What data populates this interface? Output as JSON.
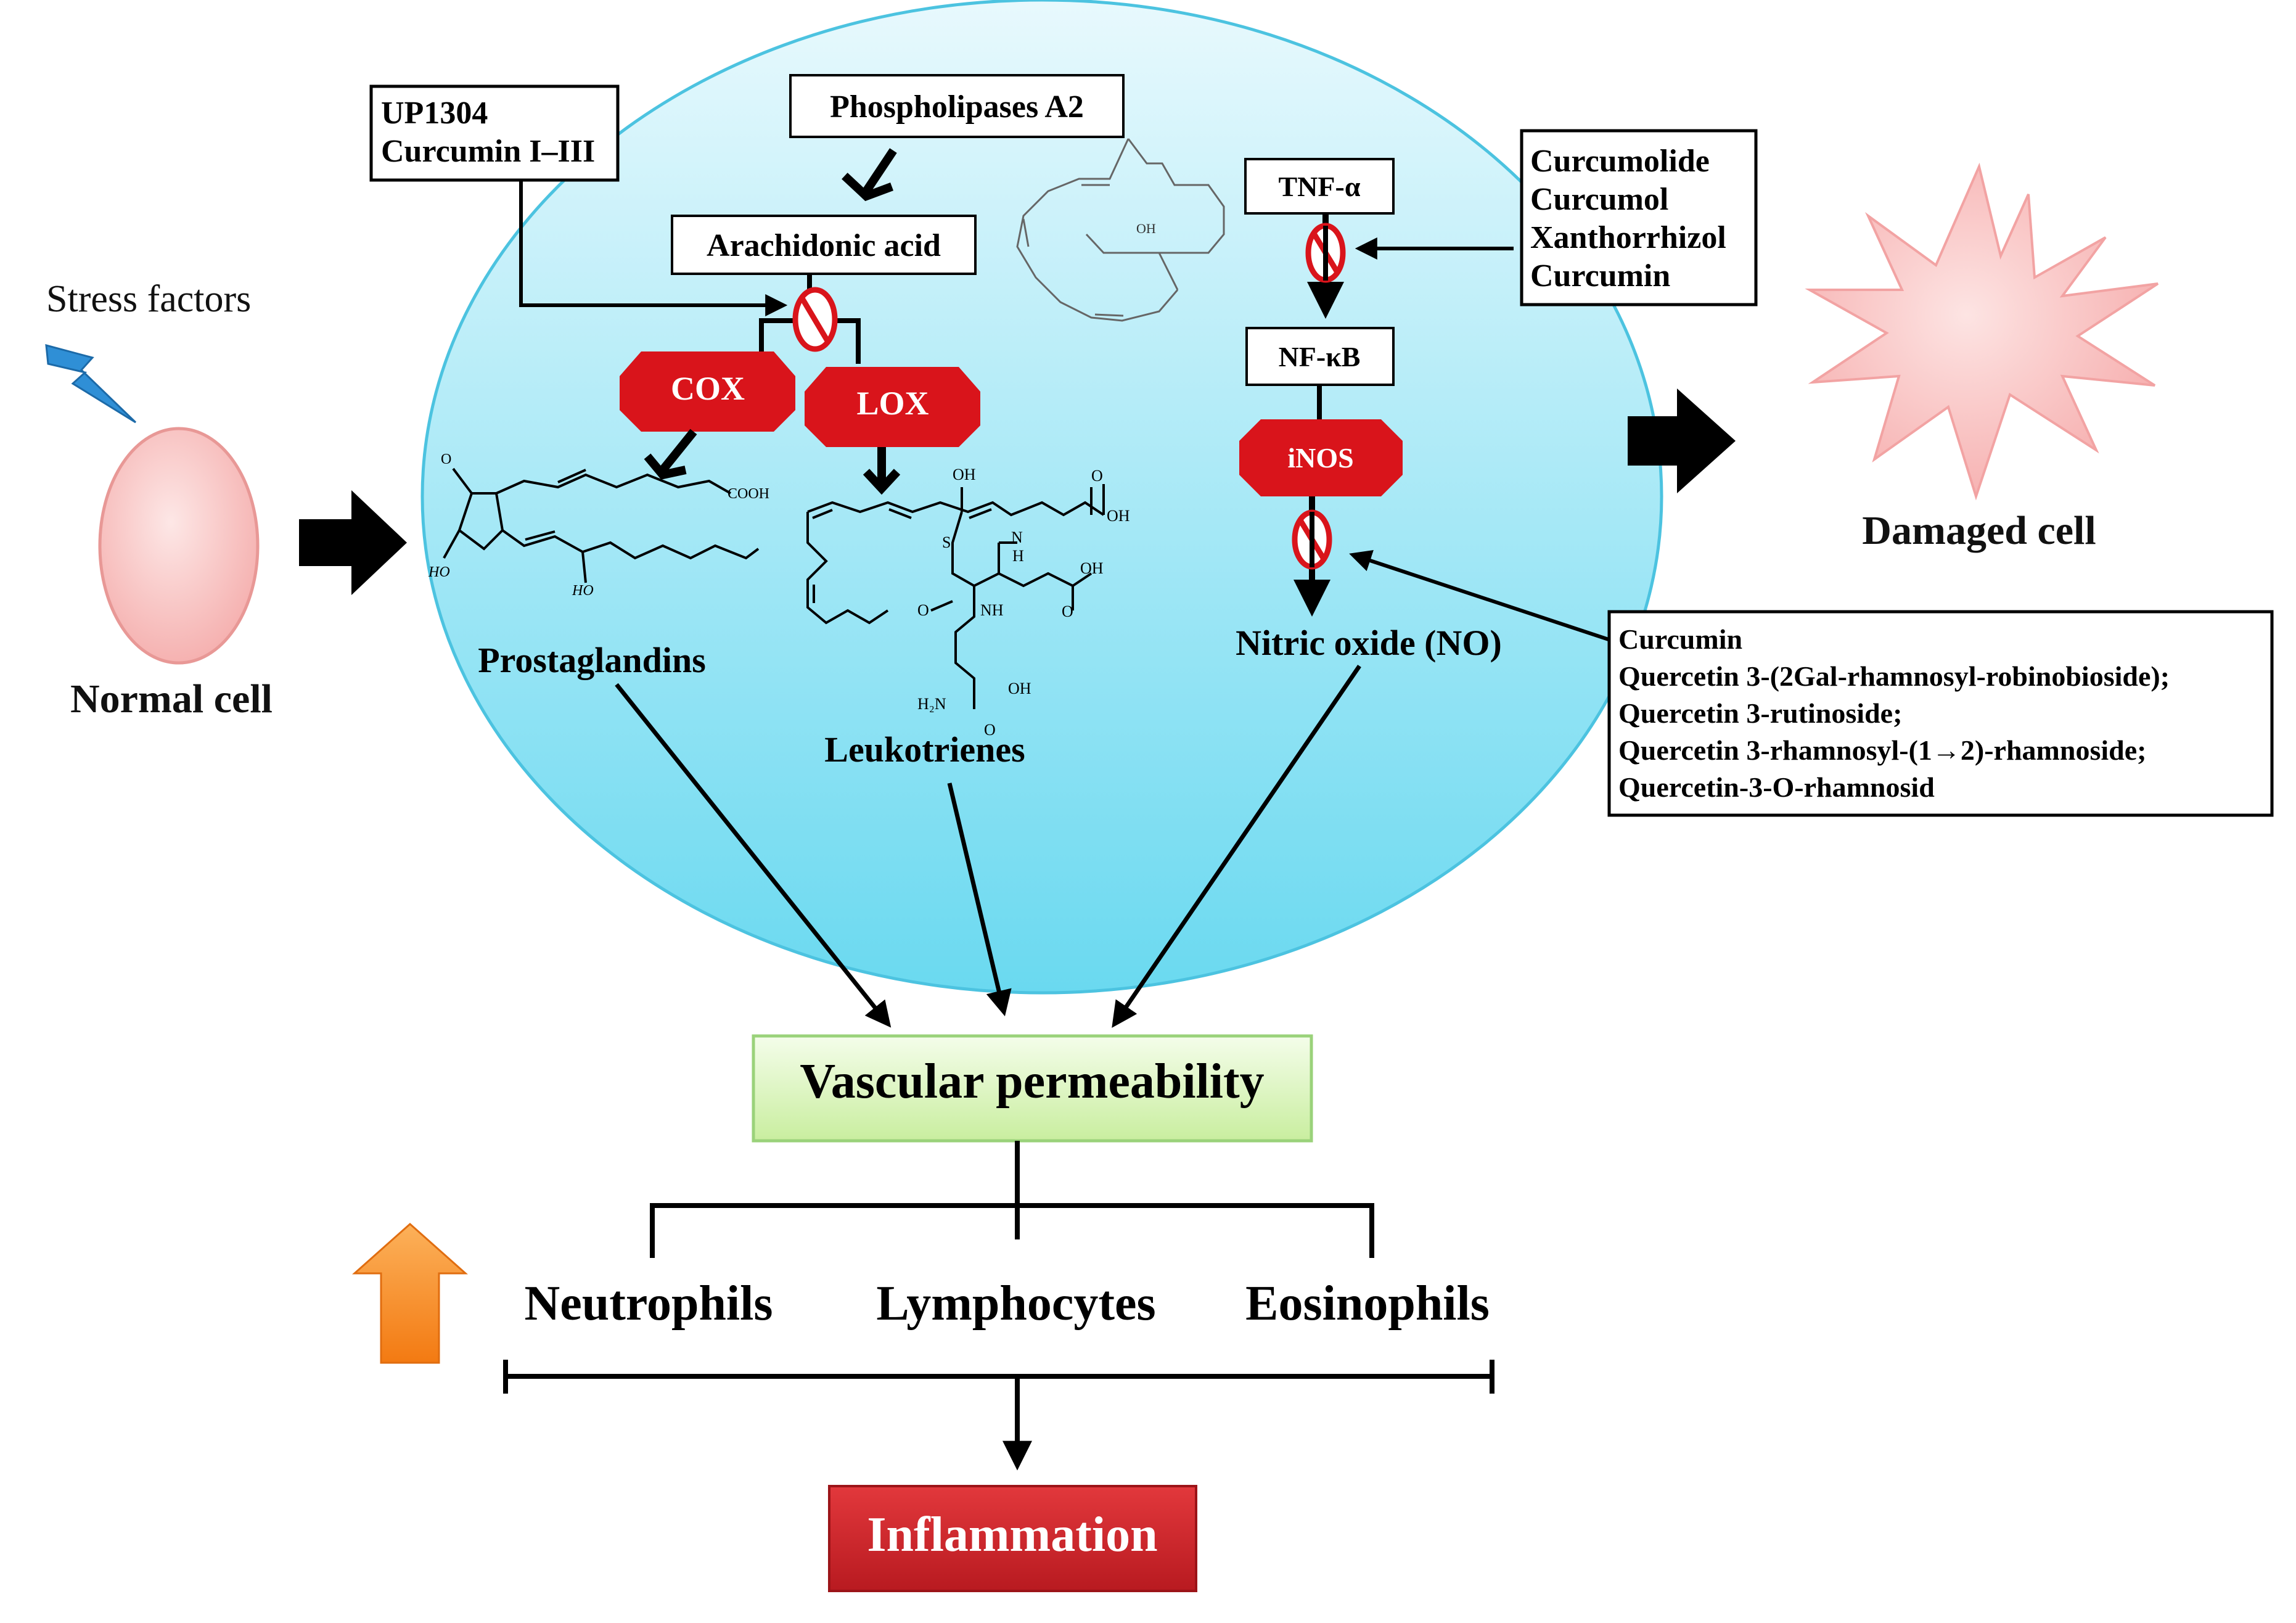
{
  "left": {
    "stress_label": "Stress factors",
    "normal_cell_label": "Normal cell"
  },
  "cell": {
    "inhibitor_box_1": [
      "UP1304",
      "Curcumin I–III"
    ],
    "phospholipase_label": "Phospholipases A2",
    "arachidonic_label": "Arachidonic acid",
    "cox_label": "COX",
    "lox_label": "LOX",
    "prostaglandins_label": "Prostaglandins",
    "leukotrienes_label": "Leukotrienes",
    "tnf_label": "TNF-α",
    "nfkb_label": "NF-κB",
    "inos_label": "iNOS",
    "no_label": "Nitric oxide (NO)",
    "inhibitor_box_2": [
      "Curcumolide",
      "Curcumol",
      "Xanthorrhizol",
      "Curcumin"
    ]
  },
  "right": {
    "damaged_cell_label": "Damaged cell",
    "inhibitor_box_3": [
      "Curcumin",
      "Quercetin 3-(2Gal-rhamnosyl-robinobioside);",
      "Quercetin 3-rutinoside;",
      "Quercetin 3-rhamnosyl-(1→2)-rhamnoside;",
      "Quercetin-3-O-rhamnosid"
    ]
  },
  "chem_labels": {
    "cooh": "COOH",
    "oh": "OH",
    "ho": "HO",
    "o": "O",
    "s": "S",
    "nh": "NH",
    "n": "N",
    "h": "H",
    "h2n": "H₂N"
  },
  "bottom": {
    "vascular_label": "Vascular permeability",
    "cells": [
      "Neutrophils",
      "Lymphocytes",
      "Eosinophils"
    ],
    "inflammation_label": "Inflammation"
  },
  "colors": {
    "cell_fill_top": "#e6f8fd",
    "cell_fill_bottom": "#6fdcf2",
    "cell_stroke": "#4cc3e0",
    "enzyme_red": "#d9141b",
    "vascular_fill": "#ddf5c6",
    "vascular_stroke": "#9ad27a",
    "inflammation_fill": "#d4242a",
    "orange_arrow": "#f7861f",
    "lightning": "#2f8fd6",
    "normal_cell": "#f7b9b8",
    "damaged_cell": "#f9c2c0"
  }
}
